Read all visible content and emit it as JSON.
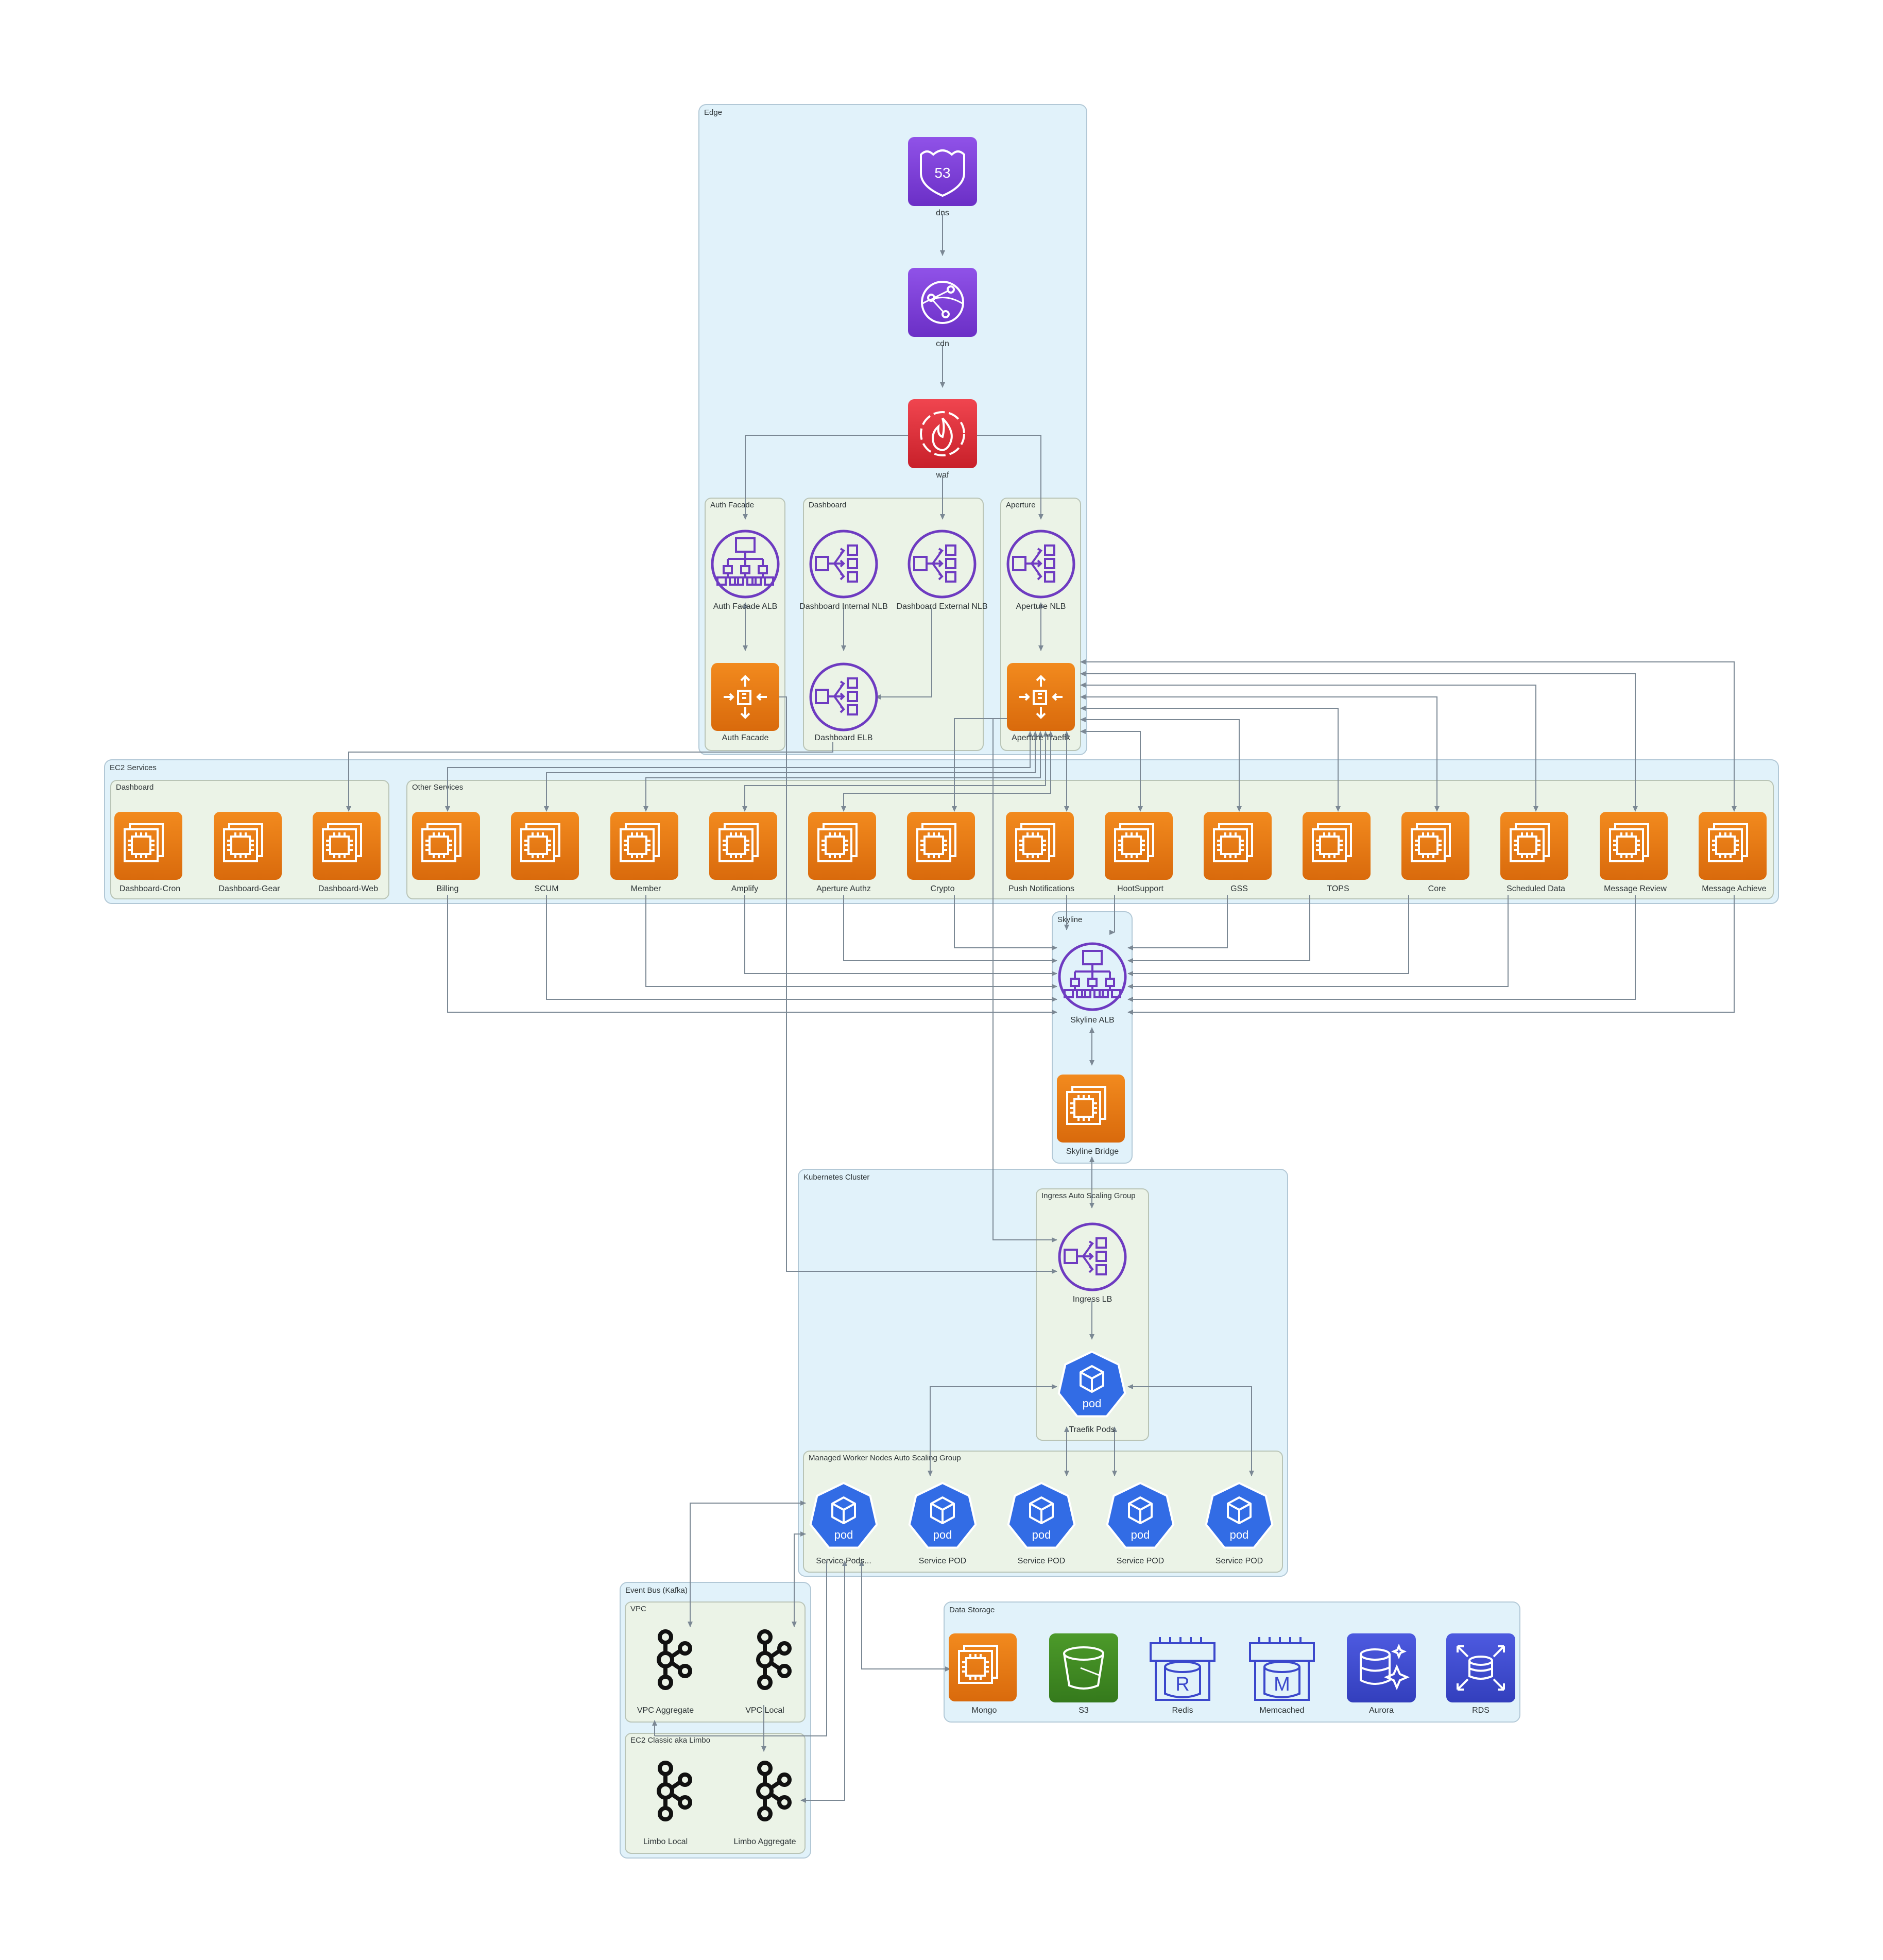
{
  "clusters": {
    "edge": "Edge",
    "auth_facade": "Auth Facade",
    "edge_dashboard": "Dashboard",
    "aperture": "Aperture",
    "ec2_services": "EC2 Services",
    "ec2_dashboard": "Dashboard",
    "other_services": "Other Services",
    "skyline": "Skyline",
    "kubernetes": "Kubernetes Cluster",
    "ingress_asg": "Ingress Auto Scaling Group",
    "workers_asg": "Managed Worker Nodes Auto Scaling Group",
    "event_bus": "Event Bus (Kafka)",
    "vpc": "VPC",
    "limbo": "EC2 Classic aka Limbo",
    "data_storage": "Data Storage"
  },
  "nodes": {
    "dns": "dns",
    "cdn": "cdn",
    "waf": "waf",
    "auth_facade_alb": "Auth Facade ALB",
    "auth_facade": "Auth Facade",
    "dashboard_internal_nlb": "Dashboard Internal NLB",
    "dashboard_external_nlb": "Dashboard External NLB",
    "dashboard_elb": "Dashboard ELB",
    "aperture_nlb": "Aperture NLB",
    "aperture_traefik": "Aperture Traefik",
    "dashboard_cron": "Dashboard-Cron",
    "dashboard_gear": "Dashboard-Gear",
    "dashboard_web": "Dashboard-Web",
    "billing": "Billing",
    "scum": "SCUM",
    "member": "Member",
    "amplify": "Amplify",
    "aperture_authz": "Aperture Authz",
    "crypto": "Crypto",
    "push_notifications": "Push Notifications",
    "hootsupport": "HootSupport",
    "gss": "GSS",
    "tops": "TOPS",
    "core": "Core",
    "scheduled_data": "Scheduled Data",
    "message_review": "Message Review",
    "message_achieve": "Message Achieve",
    "skyline_alb": "Skyline ALB",
    "skyline_bridge": "Skyline Bridge",
    "ingress_lb": "Ingress LB",
    "traefik_pods": "Traefik Pods",
    "service_pods_main": "Service Pods...",
    "service_pod": "Service POD",
    "vpc_aggregate": "VPC Aggregate",
    "vpc_local": "VPC Local",
    "limbo_local": "Limbo Local",
    "limbo_aggregate": "Limbo Aggregate",
    "mongo": "Mongo",
    "s3": "S3",
    "redis": "Redis",
    "memcached": "Memcached",
    "aurora": "Aurora",
    "rds": "RDS"
  },
  "icons": {
    "pod_text": "pod",
    "route53_text": "53",
    "redis_letter": "R",
    "memcached_letter": "M"
  },
  "colors": {
    "ec2_orange": "#e8730f",
    "network_purple": "#7a3ad8",
    "lb_purple": "#6e3bc1",
    "waf_red": "#e0242f",
    "k8s_blue": "#326ce5",
    "s3_green": "#3f8624",
    "db_blue": "#3b48cc",
    "cluster_fill": "#e1f2fa",
    "subcluster_fill": "#ebf3e7"
  }
}
